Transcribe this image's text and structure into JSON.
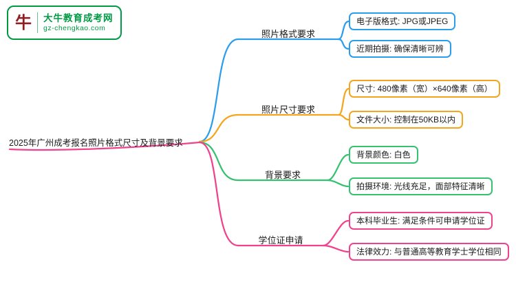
{
  "logo": {
    "title": "大牛教育成考网",
    "url": "gz-chengkao.com",
    "icon": "bull-icon",
    "icon_glyph": "牛"
  },
  "root": {
    "label": "2025年广州成考报名照片格式尺寸及背景要求"
  },
  "branches": [
    {
      "label": "照片格式要求",
      "color": "#2b9ded",
      "leaves": [
        "电子版格式: JPG或JPEG",
        "近期拍摄: 确保清晰可辨"
      ]
    },
    {
      "label": "照片尺寸要求",
      "color": "#f5a51d",
      "leaves": [
        "尺寸: 480像素（宽）×640像素（高）",
        "文件大小: 控制在50KB以内"
      ]
    },
    {
      "label": "背景要求",
      "color": "#35c170",
      "leaves": [
        "背景颜色: 白色",
        "拍摄环境: 光线充足，面部特征清晰"
      ]
    },
    {
      "label": "学位证申请",
      "color": "#f0418c",
      "leaves": [
        "本科毕业生: 满足条件可申请学位证",
        "法律效力: 与普通高等教育学士学位相同"
      ]
    }
  ],
  "colors": {
    "brand_green": "#009944",
    "bull_red": "#8f1d22"
  }
}
